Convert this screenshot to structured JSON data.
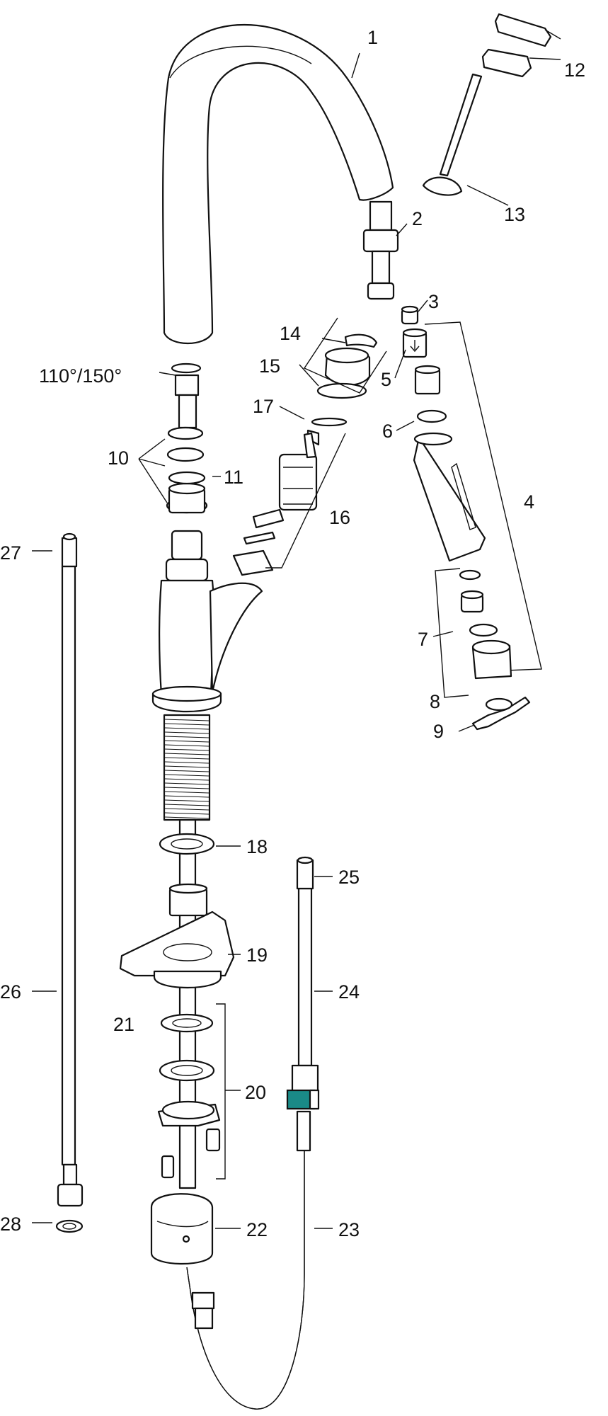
{
  "accent_color": "#1a8a87",
  "callouts": {
    "c1": "1",
    "c2": "2",
    "c3": "3",
    "c4": "4",
    "c5": "5",
    "c6": "6",
    "c7": "7",
    "c8": "8",
    "c9": "9",
    "c10": "10",
    "c11": "11",
    "c12": "12",
    "c13": "13",
    "c14": "14",
    "c15": "15",
    "c16": "16",
    "c17": "17",
    "c18": "18",
    "c19": "19",
    "c20": "20",
    "c21": "21",
    "c22": "22",
    "c23": "23",
    "c24": "24",
    "c25": "25",
    "c26": "26",
    "c27": "27",
    "c28": "28",
    "angle": "110°/150°"
  }
}
